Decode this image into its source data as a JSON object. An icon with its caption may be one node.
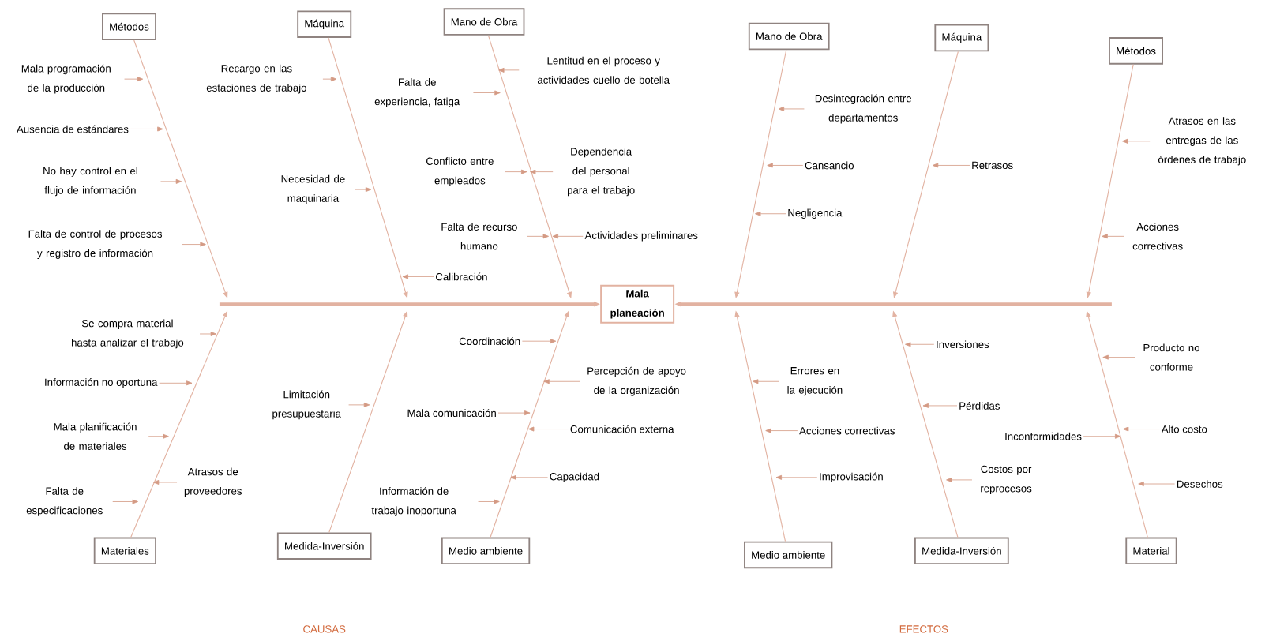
{
  "diagram": {
    "nodes": [
      {
        "text": [
          "Métodos"
        ]
      },
      {
        "text": [
          "Máquina"
        ]
      },
      {
        "text": [
          "Mano de Obra"
        ]
      },
      {
        "text": [
          "Mano de Obra"
        ]
      },
      {
        "text": [
          "Máquina"
        ]
      },
      {
        "text": [
          "Métodos"
        ]
      },
      {
        "text": [
          "Mala planeación"
        ]
      },
      {
        "text": [
          "Materiales"
        ]
      },
      {
        "text": [
          "Medida-Inversión"
        ]
      },
      {
        "text": [
          "Medio ambiente"
        ]
      },
      {
        "text": [
          "Medio ambiente"
        ]
      },
      {
        "text": [
          "Medida-Inversión"
        ]
      },
      {
        "text": [
          "Material"
        ]
      },
      {
        "text": [
          "Mala programación de la producción"
        ]
      },
      {
        "text": [
          "Ausencia de estándares"
        ]
      },
      {
        "text": [
          "No hay control en el flujo de información"
        ]
      },
      {
        "text": [
          "Falta de control de procesos y registro de información"
        ]
      },
      {
        "text": [
          "Recargo en las estaciones de trabajo"
        ]
      },
      {
        "text": [
          "Necesidad de maquinaria"
        ]
      },
      {
        "text": [
          "Calibración"
        ]
      },
      {
        "text": [
          "Lentitud en el proceso y actividades cuello de botella"
        ]
      },
      {
        "text": [
          "Falta de experiencia, fatiga"
        ]
      },
      {
        "text": [
          "Dependencia del personal para el trabajo"
        ]
      },
      {
        "text": [
          "Conflicto entre empleados"
        ]
      },
      {
        "text": [
          "Falta de recurso humano"
        ]
      },
      {
        "text": [
          "Actividades preliminares"
        ]
      },
      {
        "text": [
          "Se compra material hasta analizar el trabajo"
        ]
      },
      {
        "text": [
          "Información no oportuna"
        ]
      },
      {
        "text": [
          "Mala planificación de materiales"
        ]
      },
      {
        "text": [
          "Atrasos de proveedores"
        ]
      },
      {
        "text": [
          "Falta de especificaciones"
        ]
      },
      {
        "text": [
          "Limitación presupuestaria"
        ]
      },
      {
        "text": [
          "Coordinación"
        ]
      },
      {
        "text": [
          "Percepción de apoyo de la organización"
        ]
      },
      {
        "text": [
          "Mala comunicación"
        ]
      },
      {
        "text": [
          "Comunicación externa"
        ]
      },
      {
        "text": [
          "Capacidad"
        ]
      },
      {
        "text": [
          "Información de trabajo inoportuna"
        ]
      },
      {
        "text": [
          "Desintegración entre departamentos"
        ]
      },
      {
        "text": [
          "Cansancio"
        ]
      },
      {
        "text": [
          "Negligencia"
        ]
      },
      {
        "text": [
          "Retrasos"
        ]
      },
      {
        "text": [
          "Atrasos en las entregas de las órdenes de trabajo"
        ]
      },
      {
        "text": [
          "Acciones correctivas"
        ]
      },
      {
        "text": [
          "Errores en la ejecución"
        ]
      },
      {
        "text": [
          "Acciones correctivas"
        ]
      },
      {
        "text": [
          "Improvisación"
        ]
      },
      {
        "text": [
          "Inversiones"
        ]
      },
      {
        "text": [
          "Pérdidas"
        ]
      },
      {
        "text": [
          "Costos por reprocesos"
        ]
      },
      {
        "text": [
          "Producto no conforme"
        ]
      },
      {
        "text": [
          "Inconformidades"
        ]
      },
      {
        "text": [
          "Alto costo"
        ]
      },
      {
        "text": [
          "Desechos"
        ]
      }
    ],
    "edges": [
      {
        "from": 0,
        "to": null,
        "arrow": "to"
      },
      {
        "from": 1,
        "to": null,
        "arrow": "to"
      },
      {
        "from": 2,
        "to": null,
        "arrow": "to"
      },
      {
        "from": 3,
        "to": null,
        "arrow": "to"
      },
      {
        "from": 4,
        "to": null,
        "arrow": "to"
      },
      {
        "from": 5,
        "to": null,
        "arrow": "to"
      },
      {
        "from": 7,
        "to": null,
        "arrow": "to"
      },
      {
        "from": 8,
        "to": null,
        "arrow": "to"
      },
      {
        "from": 9,
        "to": null,
        "arrow": "to"
      },
      {
        "from": 10,
        "to": null,
        "arrow": "to"
      },
      {
        "from": 11,
        "to": null,
        "arrow": "to"
      },
      {
        "from": 12,
        "to": null,
        "arrow": "to"
      },
      {
        "from": null,
        "to": 6,
        "arrow": "to",
        "style": "thick"
      },
      {
        "from": null,
        "to": 6,
        "arrow": "to",
        "style": "thick"
      },
      {
        "from": 13,
        "to": null,
        "arrow": "to"
      },
      {
        "from": 14,
        "to": null,
        "arrow": "to"
      },
      {
        "from": 15,
        "to": null,
        "arrow": "to"
      },
      {
        "from": 16,
        "to": null,
        "arrow": "to"
      },
      {
        "from": 17,
        "to": null,
        "arrow": "to"
      },
      {
        "from": 18,
        "to": null,
        "arrow": "to"
      },
      {
        "from": 19,
        "to": null,
        "arrow": "to"
      },
      {
        "from": 20,
        "to": null,
        "arrow": "to"
      },
      {
        "from": 21,
        "to": null,
        "arrow": "to"
      },
      {
        "from": 22,
        "to": null,
        "arrow": "to"
      },
      {
        "from": 23,
        "to": null,
        "arrow": "to"
      },
      {
        "from": 24,
        "to": null,
        "arrow": "to"
      },
      {
        "from": 25,
        "to": null,
        "arrow": "to"
      },
      {
        "from": 26,
        "to": null,
        "arrow": "to"
      },
      {
        "from": 27,
        "to": null,
        "arrow": "to"
      },
      {
        "from": 28,
        "to": null,
        "arrow": "to"
      },
      {
        "from": 29,
        "to": null,
        "arrow": "to"
      },
      {
        "from": 30,
        "to": null,
        "arrow": "to"
      },
      {
        "from": 31,
        "to": null,
        "arrow": "to"
      },
      {
        "from": 32,
        "to": null,
        "arrow": "to"
      },
      {
        "from": 33,
        "to": null,
        "arrow": "to"
      },
      {
        "from": 34,
        "to": null,
        "arrow": "to"
      },
      {
        "from": 35,
        "to": null,
        "arrow": "to"
      },
      {
        "from": 36,
        "to": null,
        "arrow": "to"
      },
      {
        "from": 37,
        "to": null,
        "arrow": "to"
      },
      {
        "from": 38,
        "to": null,
        "arrow": "to"
      },
      {
        "from": 39,
        "to": null,
        "arrow": "to"
      },
      {
        "from": 40,
        "to": null,
        "arrow": "to"
      },
      {
        "from": 41,
        "to": null,
        "arrow": "to"
      },
      {
        "from": 42,
        "to": null,
        "arrow": "to"
      },
      {
        "from": 43,
        "to": null,
        "arrow": "to"
      },
      {
        "from": 44,
        "to": null,
        "arrow": "to"
      },
      {
        "from": 45,
        "to": null,
        "arrow": "to"
      },
      {
        "from": 46,
        "to": null,
        "arrow": "to"
      },
      {
        "from": 47,
        "to": null,
        "arrow": "to"
      },
      {
        "from": 48,
        "to": null,
        "arrow": "to"
      },
      {
        "from": 49,
        "to": null,
        "arrow": "to"
      },
      {
        "from": 50,
        "to": null,
        "arrow": "to"
      },
      {
        "from": 51,
        "to": null,
        "arrow": "to"
      },
      {
        "from": 52,
        "to": null,
        "arrow": "to"
      },
      {
        "from": 53,
        "to": null,
        "arrow": "to"
      }
    ],
    "labels": [
      "CAUSAS",
      "EFECTOS"
    ]
  }
}
